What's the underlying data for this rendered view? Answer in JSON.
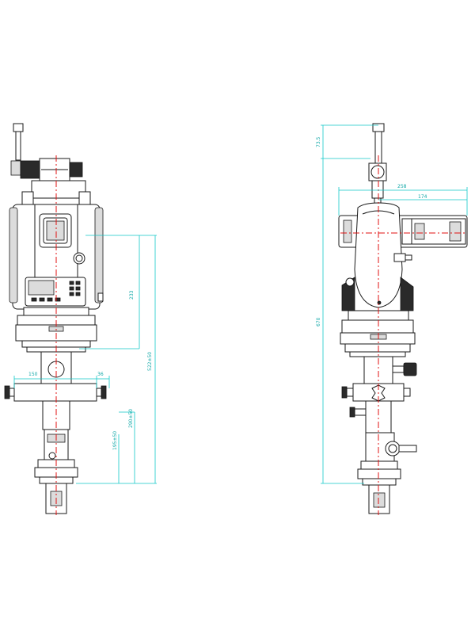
{
  "dimensions": {
    "front": {
      "d150": "150",
      "d36": "36",
      "d233": "233",
      "d290": "290±50",
      "d195": "195±50",
      "d522": "522±50"
    },
    "side": {
      "d73": "73.5",
      "d258": "258",
      "d174": "174",
      "d670": "670"
    }
  },
  "colors": {
    "dimension": "#12c8c8",
    "axis": "#e01010",
    "outline": "#1a1a1a"
  }
}
